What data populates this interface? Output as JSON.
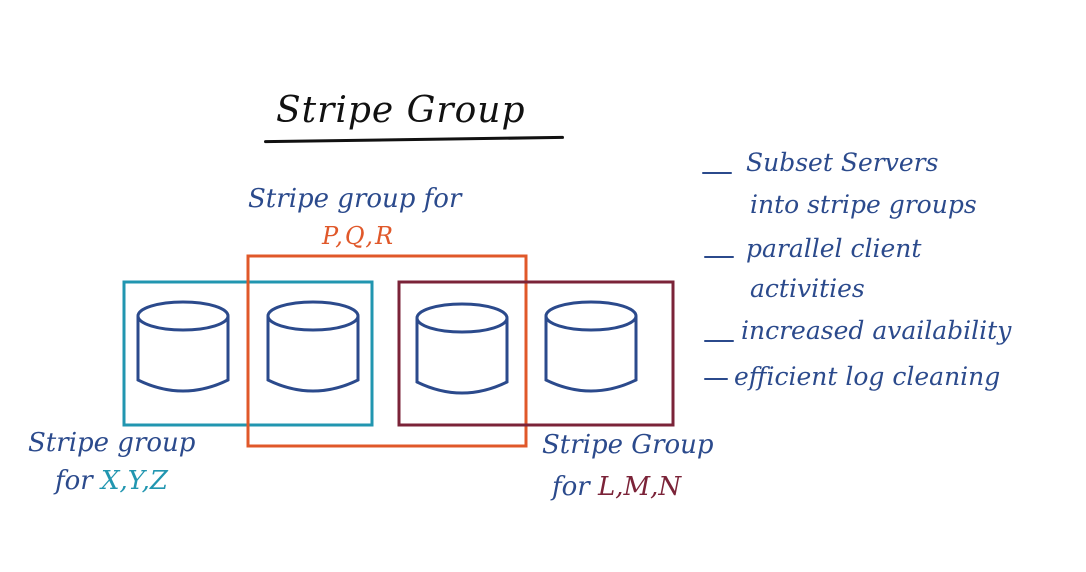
{
  "title": "Stripe Group",
  "labels": {
    "pqr_line1": "Stripe group for",
    "pqr_line2": "P,Q,R",
    "xyz_line1": "Stripe group",
    "xyz_for": "for",
    "xyz_letters": "X,Y,Z",
    "lmn_line1": "Stripe Group",
    "lmn_for": "for",
    "lmn_letters": "L,M,N"
  },
  "bullets": [
    {
      "lines": [
        "Subset Servers",
        "into stripe groups"
      ]
    },
    {
      "lines": [
        "parallel client",
        "activities"
      ]
    },
    {
      "lines": [
        "increased availability"
      ]
    },
    {
      "lines": [
        "efficient log cleaning"
      ]
    }
  ],
  "colors": {
    "ink": "#111111",
    "blue": "#2b4a8c",
    "teal": "#2196b0",
    "orange": "#e0582a",
    "maroon": "#7b2338"
  },
  "icons": [
    "server-disk-icon",
    "server-disk-icon",
    "server-disk-icon",
    "server-disk-icon"
  ]
}
